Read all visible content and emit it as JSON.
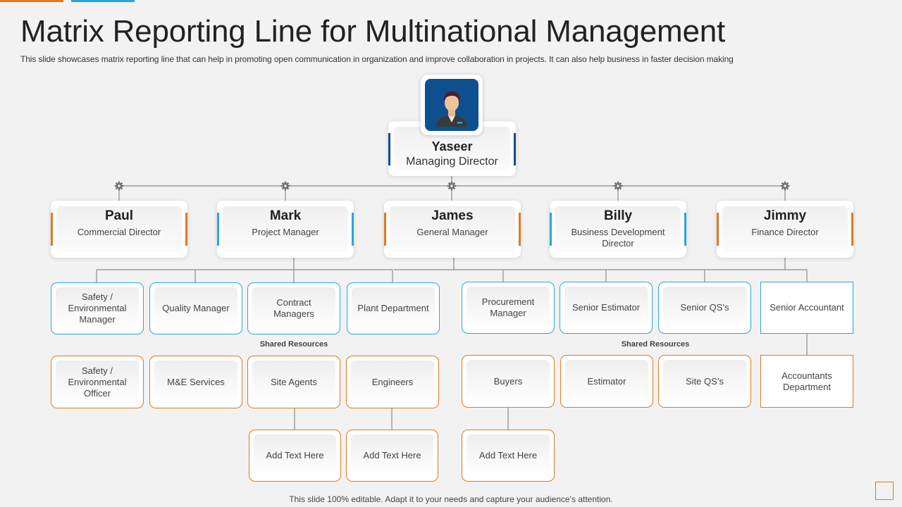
{
  "slide": {
    "title": "Matrix Reporting Line for Multinational Management",
    "subtitle": "This slide showcases matrix reporting line that can help in promoting open communication in organization and improve collaboration in projects. It can also help business in faster decision making",
    "footer": "This slide 100% editable. Adapt it to your needs and capture your audience’s attention."
  },
  "top": {
    "name": "Yaseer",
    "role": "Managing Director",
    "avatar_icon": "person-avatar-icon"
  },
  "directors": [
    {
      "name": "Paul",
      "role": "Commercial Director",
      "accent": "#e07b1f"
    },
    {
      "name": "Mark",
      "role": "Project Manager",
      "accent": "#29a8d8"
    },
    {
      "name": "James",
      "role": "General Manager",
      "accent": "#e07b1f"
    },
    {
      "name": "Billy",
      "role": "Business Development  Director",
      "accent": "#29a8d8"
    },
    {
      "name": "Jimmy",
      "role": "Finance Director",
      "accent": "#e07b1f"
    }
  ],
  "managers": [
    "Safety / Environmental Manager",
    "Quality Manager",
    "Contract Managers",
    "Plant Department",
    "Procurement Manager",
    "Senior Estimator",
    "Senior QS’s",
    "Senior Accountant"
  ],
  "resources": [
    "Safety / Environmental Officer",
    "M&E Services",
    "Site Agents",
    "Engineers",
    "Buyers",
    "Estimator",
    "Site QS’s",
    "Accountants Department"
  ],
  "placeholders": [
    "Add Text Here",
    "Add Text Here",
    "Add Text Here"
  ],
  "shared_label": "Shared Resources",
  "colors": {
    "orange": "#e07b1f",
    "blue": "#29a8d8",
    "navy": "#0d4f8e",
    "line": "#8a8a8a"
  }
}
